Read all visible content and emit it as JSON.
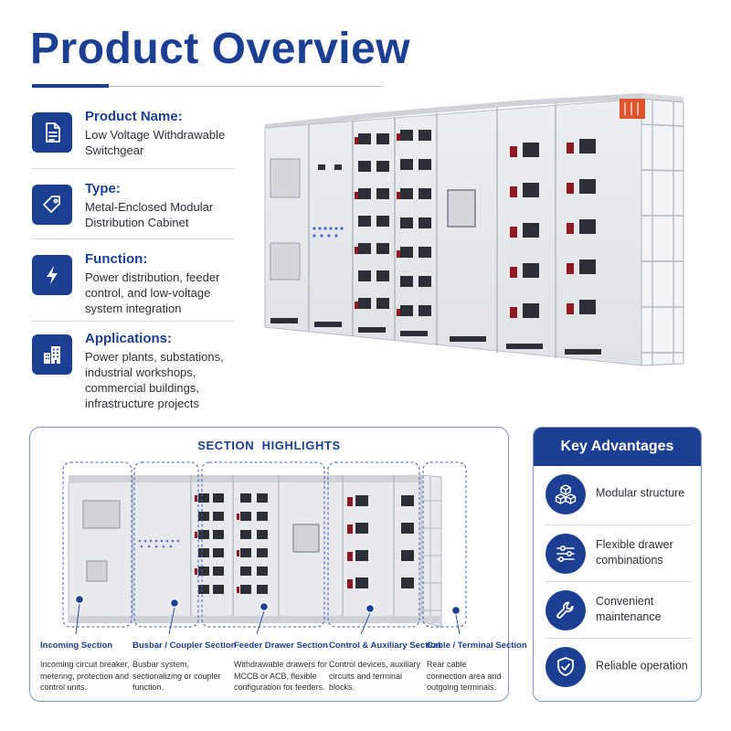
{
  "page": {
    "title": "Product Overview"
  },
  "info": [
    {
      "heading": "Product Name:",
      "body": "Low Voltage Withdrawable Switchgear",
      "icon": "document-icon"
    },
    {
      "heading": "Type:",
      "body": "Metal-Enclosed Modular Distribution Cabinet",
      "icon": "tag-icon"
    },
    {
      "heading": "Function:",
      "body": "Power distribution, feeder control, and low-voltage system integration",
      "icon": "lightning-icon"
    },
    {
      "heading": "Applications:",
      "body": "Power plants, substations, industrial workshops, commercial buildings, infrastructure projects",
      "icon": "buildings-icon"
    }
  ],
  "section_highlights": {
    "title": "SECTION  HIGHLIGHTS",
    "sections": [
      {
        "name": "Incoming Section",
        "desc": "Incoming circuit breaker, metering, protection and control units."
      },
      {
        "name": "Busbar / Coupler Section",
        "desc": "Busbar system, sectionalizing or coupler function."
      },
      {
        "name": "Feeder Drawer Section",
        "desc": "Withdrawable drawers for MCCB or ACB, flexible configuration for feeders."
      },
      {
        "name": "Control & Auxiliary Section",
        "desc": "Control devices, auxiliary circuits and terminal blocks."
      },
      {
        "name": "Cable / Terminal Section",
        "desc": "Rear cable connection area and outgoing terminals."
      }
    ]
  },
  "key_advantages": {
    "title": "Key Advantages",
    "items": [
      {
        "label": "Modular structure",
        "icon": "cubes-icon"
      },
      {
        "label": "Flexible drawer combinations",
        "icon": "sliders-icon"
      },
      {
        "label": "Convenient maintenance",
        "icon": "wrench-icon"
      },
      {
        "label": "Reliable operation",
        "icon": "shield-check-icon"
      }
    ]
  },
  "colors": {
    "brand_navy": "#1c3f94",
    "cabinet_gray": "#e4e6e9",
    "handle_red": "#8e1b24",
    "terminal_orange": "#e0542b"
  }
}
